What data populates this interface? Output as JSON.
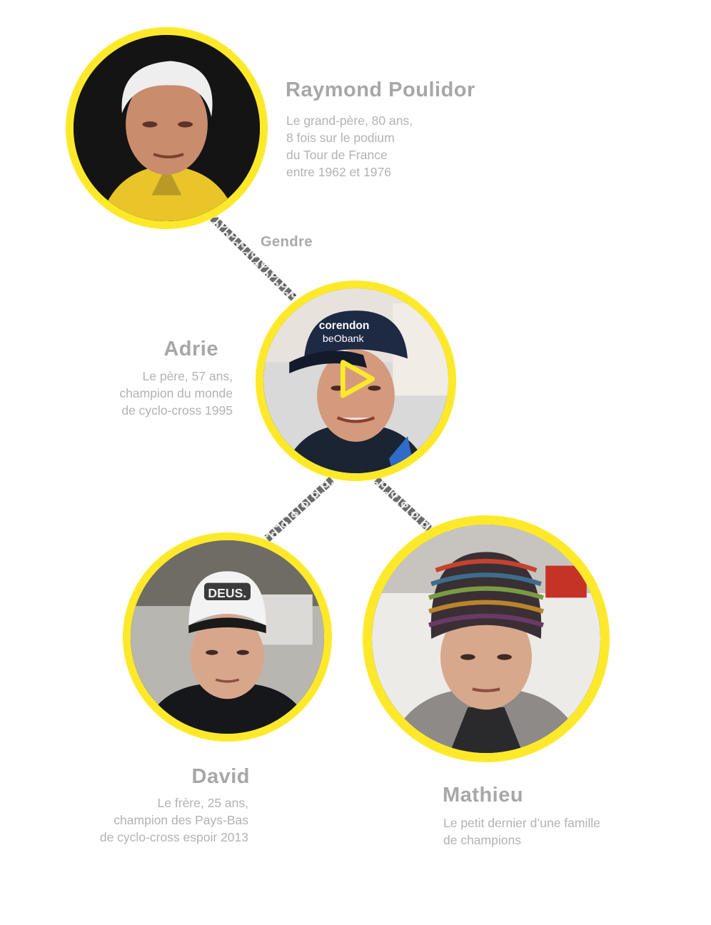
{
  "accent_color": "#fde92a",
  "relation_label": "Gendre",
  "members": {
    "raymond": {
      "name": "Raymond Poulidor",
      "description": "Le grand-père, 80 ans,\n8 fois sur le podium\ndu Tour de France\nentre 1962 et 1976"
    },
    "adrie": {
      "name": "Adrie",
      "description": "Le père, 57 ans,\nchampion du monde\nde cyclo-cross 1995",
      "cap_text_1": "corendon",
      "cap_text_2": "beObank",
      "video_icon": "play-icon"
    },
    "david": {
      "name": "David",
      "description": "Le frère, 25 ans,\nchampion des Pays-Bas\nde cyclo-cross espoir 2013",
      "cap_text": "DEUS."
    },
    "mathieu": {
      "name": "Mathieu",
      "description": "Le petit dernier d’une famille\nde champions"
    }
  }
}
